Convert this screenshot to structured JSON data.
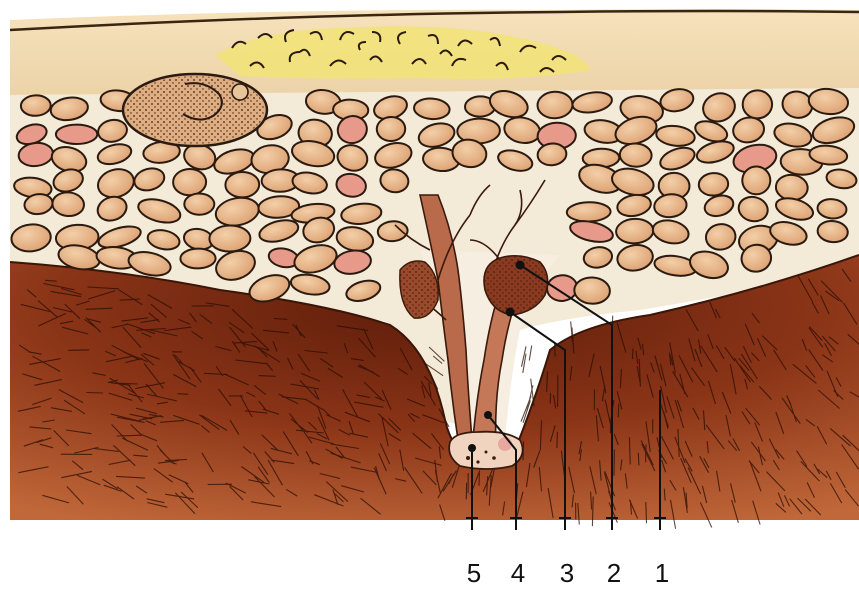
{
  "figure": {
    "labels": [
      "5",
      "4",
      "3",
      "2",
      "1"
    ],
    "colors": {
      "background": "#ffffff",
      "top_band": "#f3dcb0",
      "fat_yellow": "#f0e070",
      "cell_fill": "#e8b48a",
      "cell_outline": "#2a1a10",
      "matrix": "#f4ead8",
      "muscle_dark": "#7a2a12",
      "muscle_light": "#b8542a",
      "fiber_line": "#2b0d05",
      "gland": "#8a3a20"
    }
  }
}
